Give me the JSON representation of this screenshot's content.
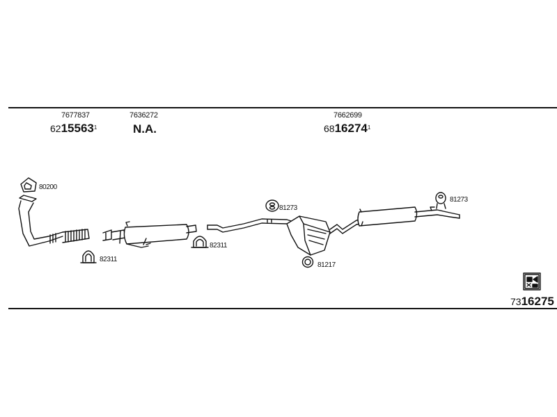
{
  "columns": [
    {
      "ref": "7677837",
      "prefix": "62",
      "bold": "15563",
      "sup": "1"
    },
    {
      "ref": "7636272",
      "na": "N.A."
    },
    {
      "ref": "7662699",
      "prefix": "68",
      "bold": "16274",
      "sup": "1"
    }
  ],
  "kit": {
    "prefix": "73",
    "bold": "16275"
  },
  "labels": {
    "p80200": "80200",
    "p82311_left": "82311",
    "p82311_right": "82311",
    "p81273_mid": "81273",
    "p81273_right": "81273",
    "p81217": "81217"
  }
}
